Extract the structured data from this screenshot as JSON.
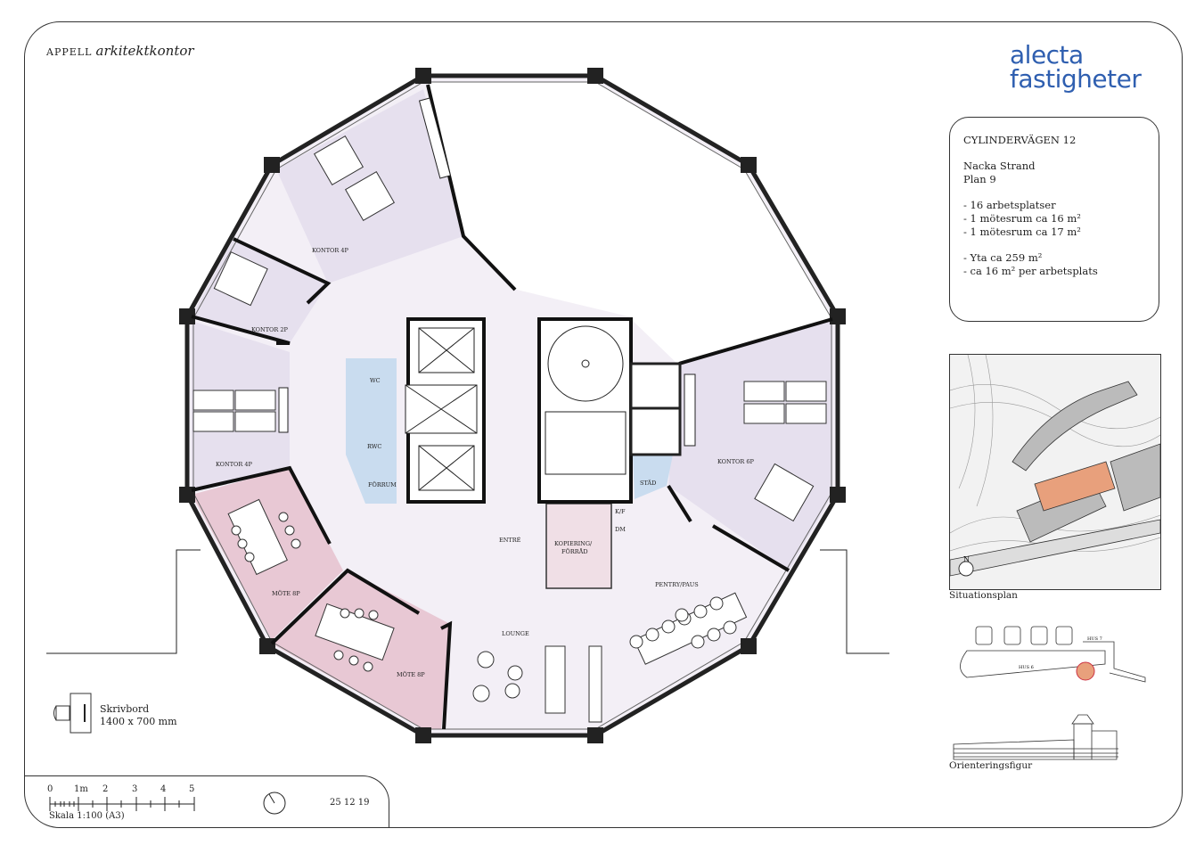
{
  "header": {
    "firm_caps": "Appell",
    "firm_italic": "arkitektkontor",
    "logo_line1": "alecta",
    "logo_line2": "fastigheter"
  },
  "info": {
    "address": "CYLINDERVÄGEN 12",
    "area": "Nacka Strand",
    "floor": "Plan 9",
    "facts1": [
      "- 16 arbetsplatser",
      "- 1 mötesrum ca 16 m²",
      "- 1 mötesrum ca 17 m²"
    ],
    "facts2": [
      "- Yta ca 259 m²",
      "- ca 16 m² per arbetsplats"
    ]
  },
  "rooms": {
    "kontor4p_top": "KONTOR 4P",
    "kontor2p": "KONTOR 2P",
    "kontor4p_left": "KONTOR 4P",
    "mote8p_a": "MÖTE 8P",
    "mote8p_b": "MÖTE 8P",
    "wc": "WC",
    "rwc": "RWC",
    "forrum": "FÖRRUM",
    "entre": "ENTRÉ",
    "kopiering1": "KOPIERING/",
    "kopiering2": "FÖRRÅD",
    "kf": "K/F",
    "dm": "DM",
    "stad": "STÄD",
    "kontor6p": "KONTOR 6P",
    "pentry": "PENTRY/PAUS",
    "lounge": "LOUNGE"
  },
  "maps": {
    "situation_caption": "Situationsplan",
    "orientation_caption": "Orienteringsfigur",
    "hus7": "HUS 7",
    "hus6": "HUS 6"
  },
  "legend": {
    "label": "Skrivbord",
    "size": "1400 x 700 mm"
  },
  "scale": {
    "ticks": [
      "0",
      "1m",
      "2",
      "3",
      "4",
      "5"
    ],
    "label": "Skala 1:100 (A3)",
    "date": "25 12 19"
  },
  "colors": {
    "meeting": "#e8c8d4",
    "office": "#e6e0ee",
    "floor": "#f3eff6",
    "wc": "#c9dcef",
    "logo": "#2f5fb0"
  }
}
